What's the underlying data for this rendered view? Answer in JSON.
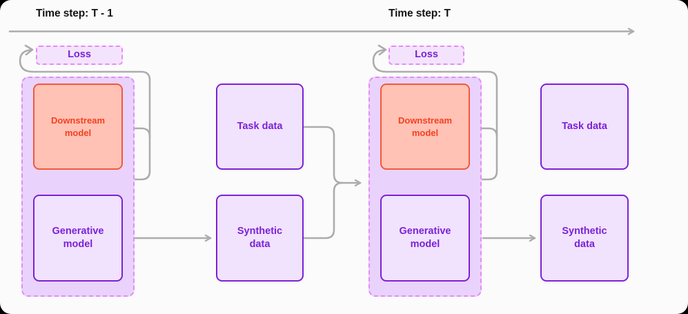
{
  "diagram": {
    "title": "Self-consuming generative model training loop across time steps",
    "background_color": "#fbfbfb",
    "timeline": {
      "name": "time-axis",
      "direction": "left-to-right",
      "steps": [
        {
          "id": "t-minus-1",
          "label": "Time step: T - 1"
        },
        {
          "id": "t",
          "label": "Time step: T"
        }
      ]
    },
    "colors": {
      "purple_fill": "#f1e2fd",
      "purple_stroke": "#7b22d6",
      "purple_text": "#7b22d6",
      "salmon_fill": "#ffc2b5",
      "salmon_stroke": "#f4573b",
      "salmon_text": "#f4401f",
      "group_fill": "#e9d2fb",
      "group_stroke": "#e48bf5",
      "connector": "#acacac",
      "heading_text": "#141414"
    },
    "columns": [
      {
        "id": "t-minus-1",
        "loss": {
          "label": "Loss"
        },
        "group": {
          "label": ""
        },
        "nodes": [
          {
            "id": "downstream-model",
            "label": "Downstream\nmodel",
            "line1": "Downstream",
            "line2": "model",
            "kind": "salmon",
            "in_group": true
          },
          {
            "id": "generative-model",
            "label": "Generative\nmodel",
            "line1": "Generative",
            "line2": "model",
            "kind": "purple",
            "in_group": true
          },
          {
            "id": "task-data",
            "label": "Task data",
            "line1": "Task data",
            "line2": "",
            "kind": "purple",
            "in_group": false
          },
          {
            "id": "synthetic-data",
            "label": "Synthetic\ndata",
            "line1": "Synthetic",
            "line2": "data",
            "kind": "purple",
            "in_group": false
          }
        ]
      },
      {
        "id": "t",
        "loss": {
          "label": "Loss"
        },
        "group": {
          "label": ""
        },
        "nodes": [
          {
            "id": "downstream-model",
            "label": "Downstream\nmodel",
            "line1": "Downstream",
            "line2": "model",
            "kind": "salmon",
            "in_group": true
          },
          {
            "id": "generative-model",
            "label": "Generative\nmodel",
            "line1": "Generative",
            "line2": "model",
            "kind": "purple",
            "in_group": true
          },
          {
            "id": "task-data",
            "label": "Task data",
            "line1": "Task data",
            "line2": "",
            "kind": "purple",
            "in_group": false
          },
          {
            "id": "synthetic-data",
            "label": "Synthetic\ndata",
            "line1": "Synthetic",
            "line2": "data",
            "kind": "purple",
            "in_group": false
          }
        ]
      }
    ],
    "connections": [
      {
        "id": "loss-feedback-a",
        "from": "downstream-model (T-1)",
        "to": "Loss (T-1)",
        "style": "curved-loop-arrow"
      },
      {
        "id": "gen-to-syn-a",
        "from": "generative-model (T-1)",
        "to": "synthetic-data (T-1)",
        "style": "straight-arrow"
      },
      {
        "id": "task-to-merge-a",
        "from": "task-data (T-1)",
        "to": "group (T)",
        "style": "elbow-merge-arrow"
      },
      {
        "id": "syn-to-merge-a",
        "from": "synthetic-data (T-1)",
        "to": "group (T)",
        "style": "elbow-merge-arrow"
      },
      {
        "id": "loss-feedback-b",
        "from": "downstream-model (T)",
        "to": "Loss (T)",
        "style": "curved-loop-arrow"
      },
      {
        "id": "gen-to-syn-b",
        "from": "generative-model (T)",
        "to": "synthetic-data (T)",
        "style": "straight-arrow"
      }
    ]
  }
}
